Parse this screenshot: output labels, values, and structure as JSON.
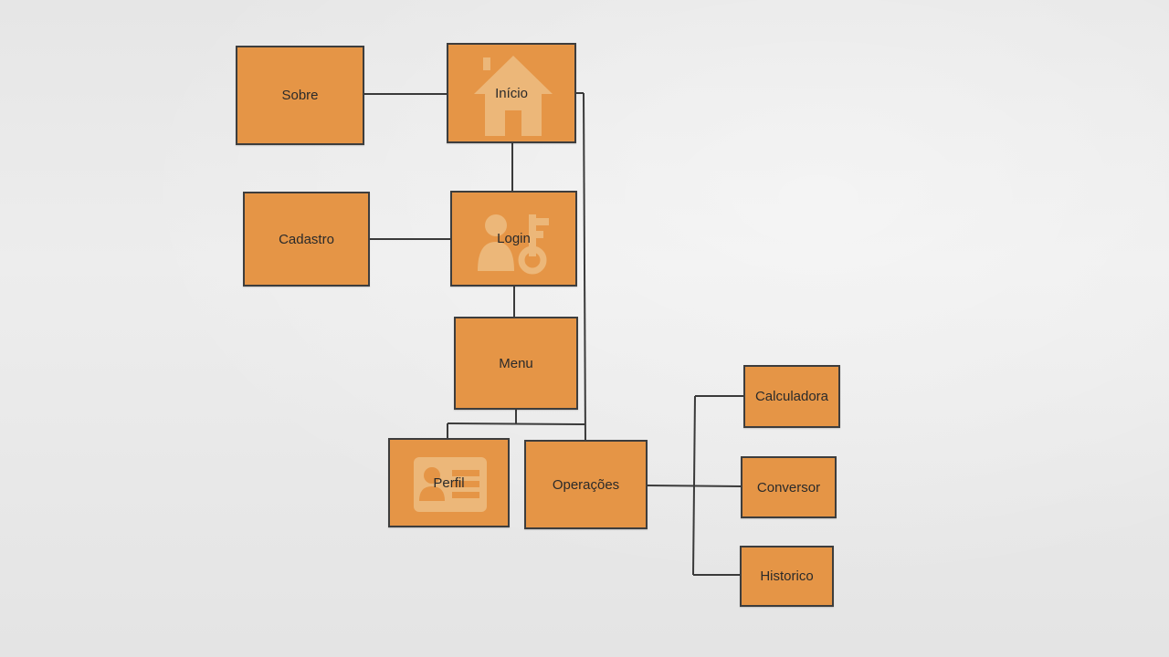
{
  "diagram": {
    "nodes": {
      "inicio": "Início",
      "sobre": "Sobre",
      "login": "Login",
      "cadastro": "Cadastro",
      "menu": "Menu",
      "perfil": "Perfil",
      "operacoes": "Operações",
      "calculadora": "Calculadora",
      "conversor": "Conversor",
      "historico": "Historico"
    },
    "icons": {
      "inicio": "house-icon",
      "login": "user-key-icon",
      "perfil": "id-card-icon"
    },
    "colors": {
      "node_fill": "#e59546",
      "node_border": "#3d3d3d",
      "icon_fill": "#f3d3a3",
      "connector": "#3a3a3a"
    }
  }
}
